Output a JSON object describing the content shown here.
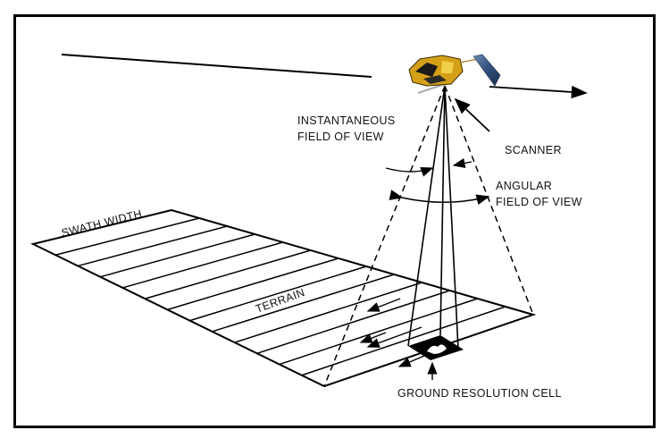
{
  "diagram": {
    "title": "Remote sensing scanner geometry",
    "labels": {
      "ifov_line1": "INSTANTANEOUS",
      "ifov_line2": "FIELD OF VIEW",
      "scanner": "SCANNER",
      "afov_line1": "ANGULAR",
      "afov_line2": "FIELD OF VIEW",
      "swath_width": "SWATH WIDTH",
      "terrain": "TERRAIN",
      "ground_cell": "GROUND RESOLUTION CELL"
    },
    "elements": {
      "satellite": "satellite-icon",
      "flight_path": "flight-path-arrow",
      "scan_lines_count": 13
    },
    "colors": {
      "line": "#000000",
      "satellite_body": "#d4a017",
      "solar_panel": "#3b5f8a",
      "background": "#ffffff"
    }
  }
}
